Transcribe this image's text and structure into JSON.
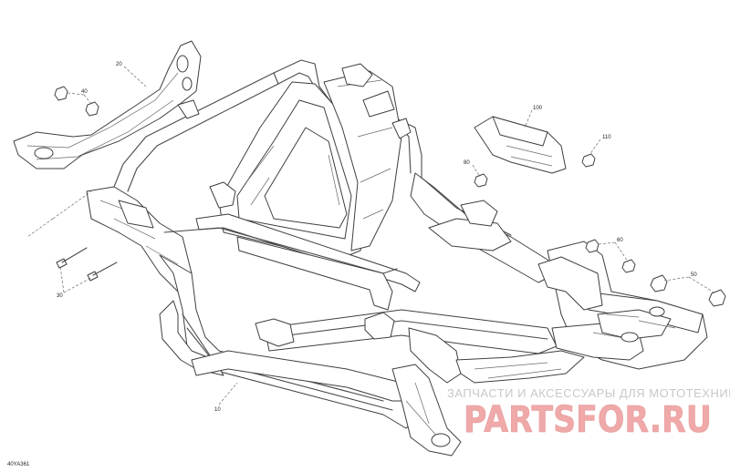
{
  "callouts": {
    "c20": "20",
    "c40": "40",
    "c100": "100",
    "c110": "110",
    "c80": "80",
    "c60": "60",
    "c50": "50",
    "c30": "30",
    "c10": "10"
  },
  "drawing_code": "40YA361",
  "watermark": {
    "text": "ЗАПЧАСТИ И АКСЕССУАРЫ ДЛЯ МОТОТЕХНИКИ",
    "logo": "PARTSFOR.RU",
    "color": "#e06666"
  }
}
